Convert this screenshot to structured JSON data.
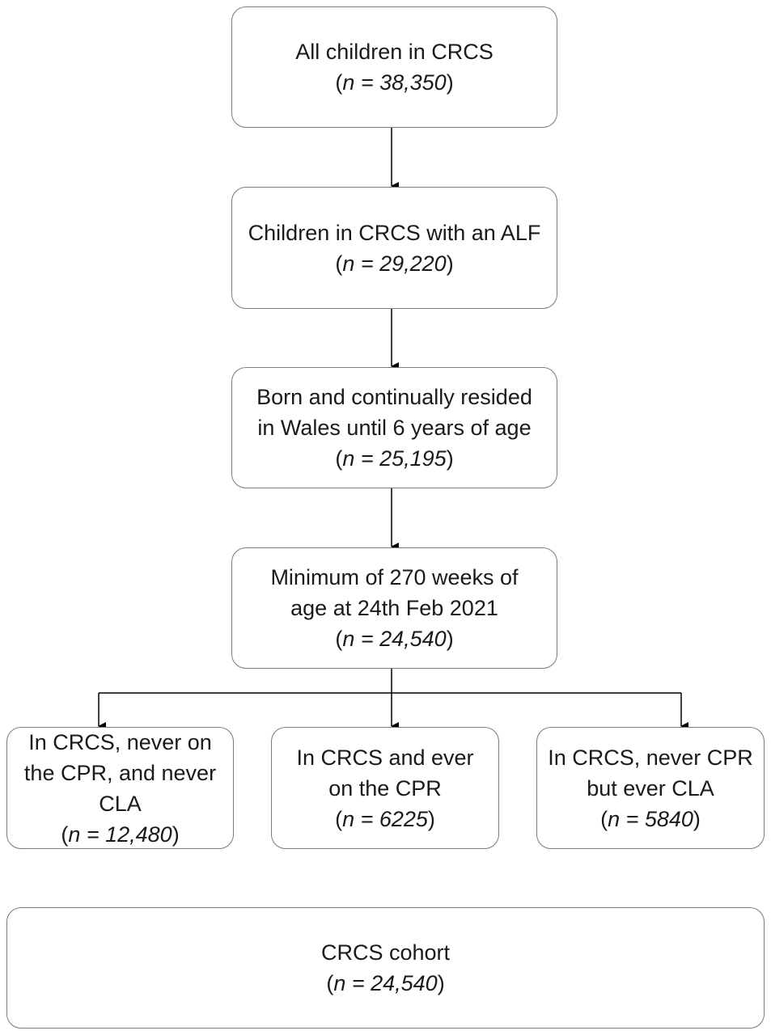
{
  "steps": [
    {
      "lines": [
        "All children in CRCS"
      ],
      "n": "n = 38,350"
    },
    {
      "lines": [
        "Children in CRCS with an ALF"
      ],
      "n": "n = 29,220"
    },
    {
      "lines": [
        "Born and continually resided",
        "in Wales until 6 years of age"
      ],
      "n": "n = 25,195"
    },
    {
      "lines": [
        "Minimum of 270 weeks of",
        "age at 24th Feb 2021"
      ],
      "n": "n = 24,540"
    }
  ],
  "groups": [
    {
      "lines": [
        "In CRCS, never on",
        "the CPR, and never",
        "CLA"
      ],
      "n": "n = 12,480"
    },
    {
      "lines": [
        "In CRCS and ever",
        "on the CPR"
      ],
      "n": "n = 6225"
    },
    {
      "lines": [
        "In CRCS, never CPR",
        "but ever CLA"
      ],
      "n": "n = 5840"
    }
  ],
  "cohort": {
    "lines": [
      "CRCS cohort"
    ],
    "n": "n = 24,540"
  },
  "colors": {
    "border": "#7a7a7a",
    "arrow": "#000000",
    "text": "#1a1a1a"
  }
}
